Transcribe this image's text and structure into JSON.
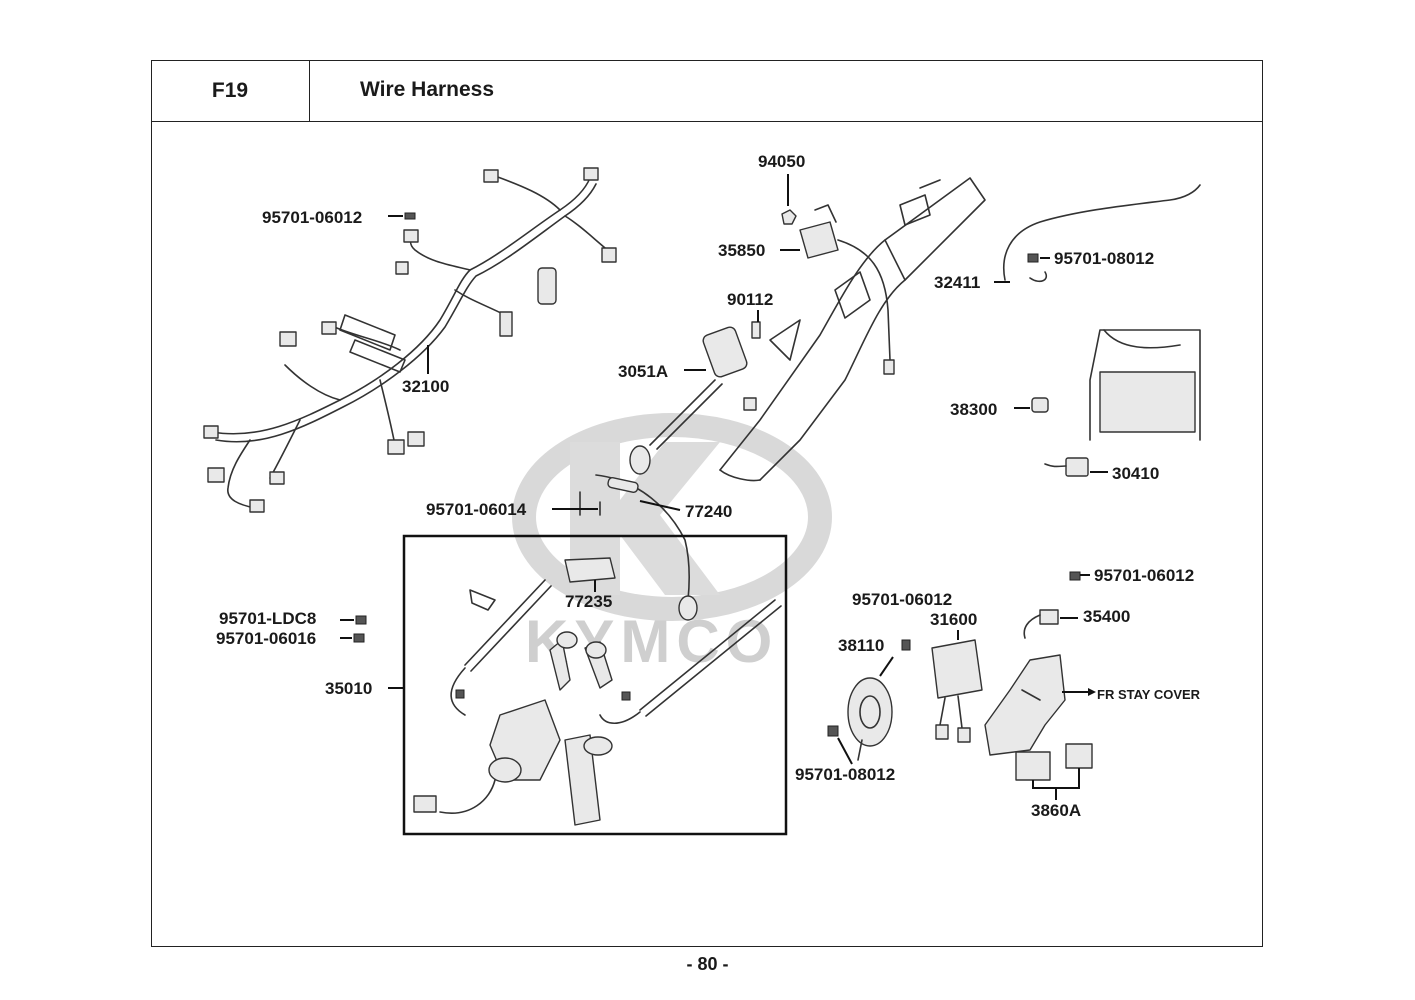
{
  "header": {
    "code": "F19",
    "title": "Wire Harness"
  },
  "footer": {
    "page": "- 80 -"
  },
  "watermark": {
    "brand": "KYMCO",
    "color": "#cfcfcf"
  },
  "callouts": {
    "c95701_06012_a": "95701-06012",
    "c32100": "32100",
    "c94050": "94050",
    "c35850": "35850",
    "c90112": "90112",
    "c3051A": "3051A",
    "c32411": "32411",
    "c95701_08012_a": "95701-08012",
    "c38300": "38300",
    "c30410": "30410",
    "c95701_06014": "95701-06014",
    "c77240": "77240",
    "c77235": "77235",
    "c95701_LDC8": "95701-LDC8",
    "c95701_06016": "95701-06016",
    "c35010": "35010",
    "c95701_06012_b": "95701-06012",
    "c31600": "31600",
    "c38110": "38110",
    "c95701_06012_c": "95701-06012",
    "c35400": "35400",
    "c_fr_stay": "FR STAY COVER",
    "c95701_08012_b": "95701-08012",
    "c3860A": "3860A"
  }
}
